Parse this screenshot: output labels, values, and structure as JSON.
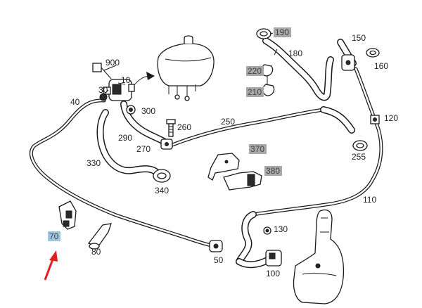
{
  "diagram": {
    "callouts": [
      {
        "number": "10",
        "highlighted": false
      },
      {
        "number": "30",
        "highlighted": false
      },
      {
        "number": "40",
        "highlighted": false
      },
      {
        "number": "50",
        "highlighted": false
      },
      {
        "number": "70",
        "highlighted": true,
        "highlight_color": "#9fc4e0"
      },
      {
        "number": "80",
        "highlighted": false
      },
      {
        "number": "100",
        "highlighted": false
      },
      {
        "number": "110",
        "highlighted": false
      },
      {
        "number": "120",
        "highlighted": false
      },
      {
        "number": "130",
        "highlighted": false
      },
      {
        "number": "150",
        "highlighted": false
      },
      {
        "number": "160",
        "highlighted": false
      },
      {
        "number": "180",
        "highlighted": false
      },
      {
        "number": "190",
        "highlighted": true,
        "highlight_color": "#a8a8a8"
      },
      {
        "number": "210",
        "highlighted": true,
        "highlight_color": "#a8a8a8"
      },
      {
        "number": "220",
        "highlighted": true,
        "highlight_color": "#a8a8a8"
      },
      {
        "number": "250",
        "highlighted": false
      },
      {
        "number": "255",
        "highlighted": false
      },
      {
        "number": "260",
        "highlighted": false
      },
      {
        "number": "270",
        "highlighted": false
      },
      {
        "number": "290",
        "highlighted": false
      },
      {
        "number": "300",
        "highlighted": false
      },
      {
        "number": "330",
        "highlighted": false
      },
      {
        "number": "340",
        "highlighted": false
      },
      {
        "number": "370",
        "highlighted": true,
        "highlight_color": "#a8a8a8"
      },
      {
        "number": "380",
        "highlighted": true,
        "highlight_color": "#a8a8a8"
      },
      {
        "number": "900",
        "highlighted": false
      }
    ],
    "pointer_arrow": {
      "color": "#e02020",
      "target": "70"
    }
  }
}
